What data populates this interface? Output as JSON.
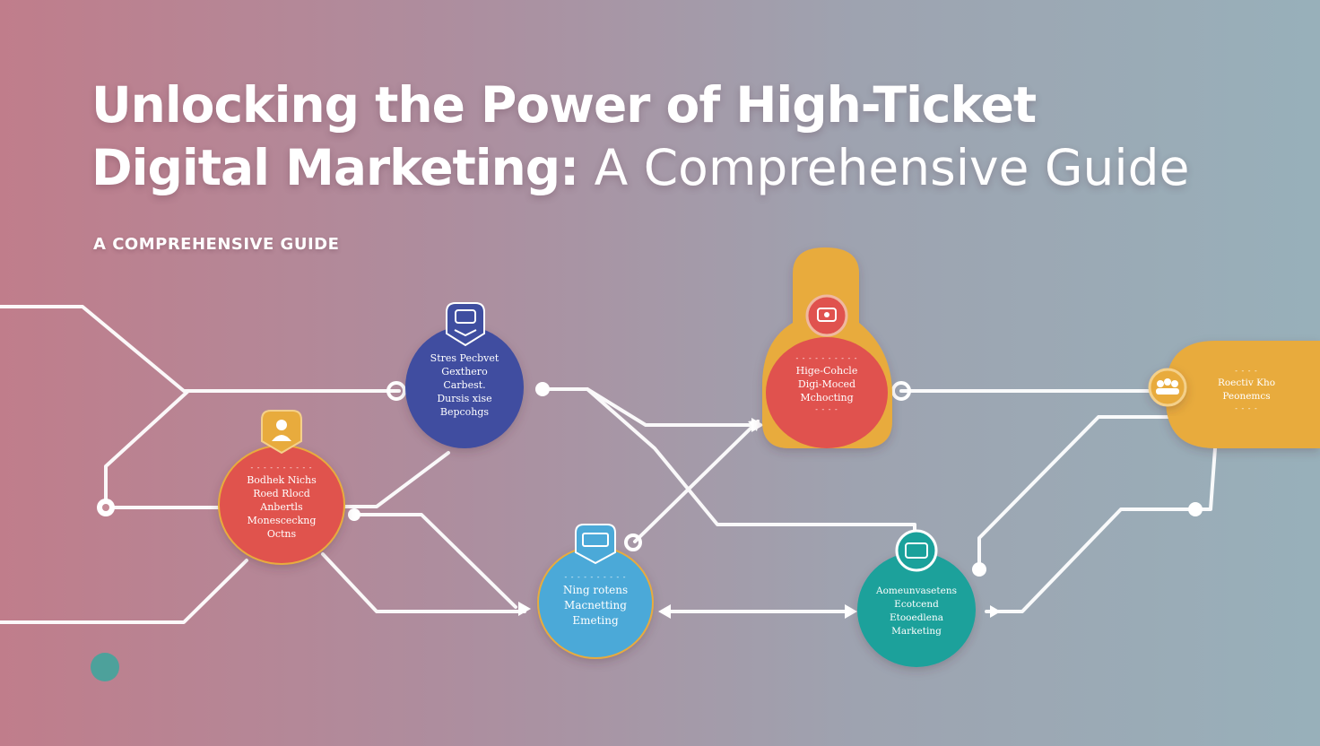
{
  "title": {
    "line1": "Unlocking the Power of High-Ticket",
    "line2_bold": "Digital Marketing:",
    "line2_light": " A Comprehensive Guide"
  },
  "subtitle": "A COMPREHENSIVE GUIDE",
  "nodes": {
    "blue": {
      "lines": [
        "Stres Pecbvet",
        "Gexthero",
        "Carbest.",
        "Dursis xise",
        "Bepcohgs"
      ],
      "color": "#3f4ea0",
      "icon": "monitor-icon"
    },
    "red": {
      "lines": [
        "- - - - - - - - - -",
        "Bodhek Nichs",
        "Roed Rlocd",
        "Anbertls",
        "Monesceckng",
        "Octns"
      ],
      "color": "#e0524e",
      "icon": "person-icon"
    },
    "orange": {
      "lines": [
        "- - - - - - - - - -",
        "Hige-Cohcle",
        "Digi-Moced",
        "Mchocting",
        "- - - -"
      ],
      "color": "#e0524e",
      "icon": "target-icon"
    },
    "light_blue": {
      "lines": [
        "- - - - - - - - - -",
        "Ning rotens",
        "Macnetting",
        "Emeting"
      ],
      "color": "#4ba9d8",
      "icon": "laptop-icon"
    },
    "teal": {
      "lines": [
        "Aomeunvasetens",
        "Ecotcend",
        "Etooedlena",
        "Marketing"
      ],
      "color": "#1aa19b",
      "icon": "badge-icon"
    },
    "yellow_tag": {
      "lines": [
        "- - - -",
        "Roectiv Kho",
        "Peonemcs",
        "- - - -"
      ],
      "color": "#e8ab3d",
      "icon": "group-icon"
    }
  },
  "colors": {
    "line": "#ffffff",
    "yellow": "#e8ab3d",
    "teal_dot": "#3aa79d"
  }
}
